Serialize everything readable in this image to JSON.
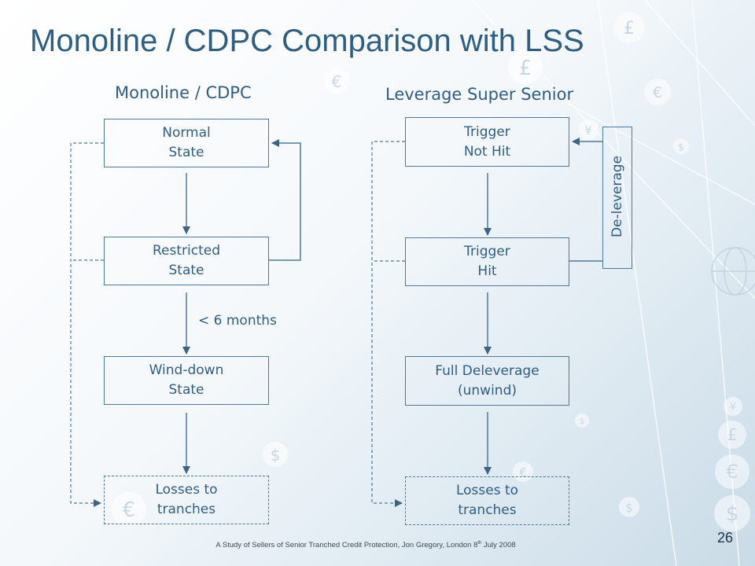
{
  "slide": {
    "title": "Monoline / CDPC Comparison with LSS",
    "page_number": "26",
    "footer": {
      "text": "A Study of Sellers of Senior Tranched Credit Protection, Jon Gregory, London 8",
      "superscript": "th",
      "suffix": " July 2008"
    }
  },
  "left_column": {
    "title": "Monoline / CDPC",
    "normal_state": "Normal\nState",
    "restricted_state": "Restricted\nState",
    "wind_down_state": "Wind-down\nState",
    "losses": "Losses to\ntranches",
    "duration_label": "< 6 months"
  },
  "right_column": {
    "title": "Leverage Super Senior",
    "trigger_not_hit": "Trigger\nNot Hit",
    "trigger_hit": "Trigger\nHit",
    "full_deleverage": "Full Deleverage\n(unwind)",
    "losses": "Losses to\ntranches",
    "deleverage_label": "De-leverage"
  },
  "background_symbols": [
    "£",
    "£",
    "€",
    "€",
    "$",
    "¥",
    "$",
    "€",
    "¥",
    "£",
    "€",
    "$",
    "$",
    "€",
    "$"
  ],
  "colors": {
    "title": "#2e5e82",
    "line": "#4d7a9c",
    "arrow": "#3c6486"
  }
}
